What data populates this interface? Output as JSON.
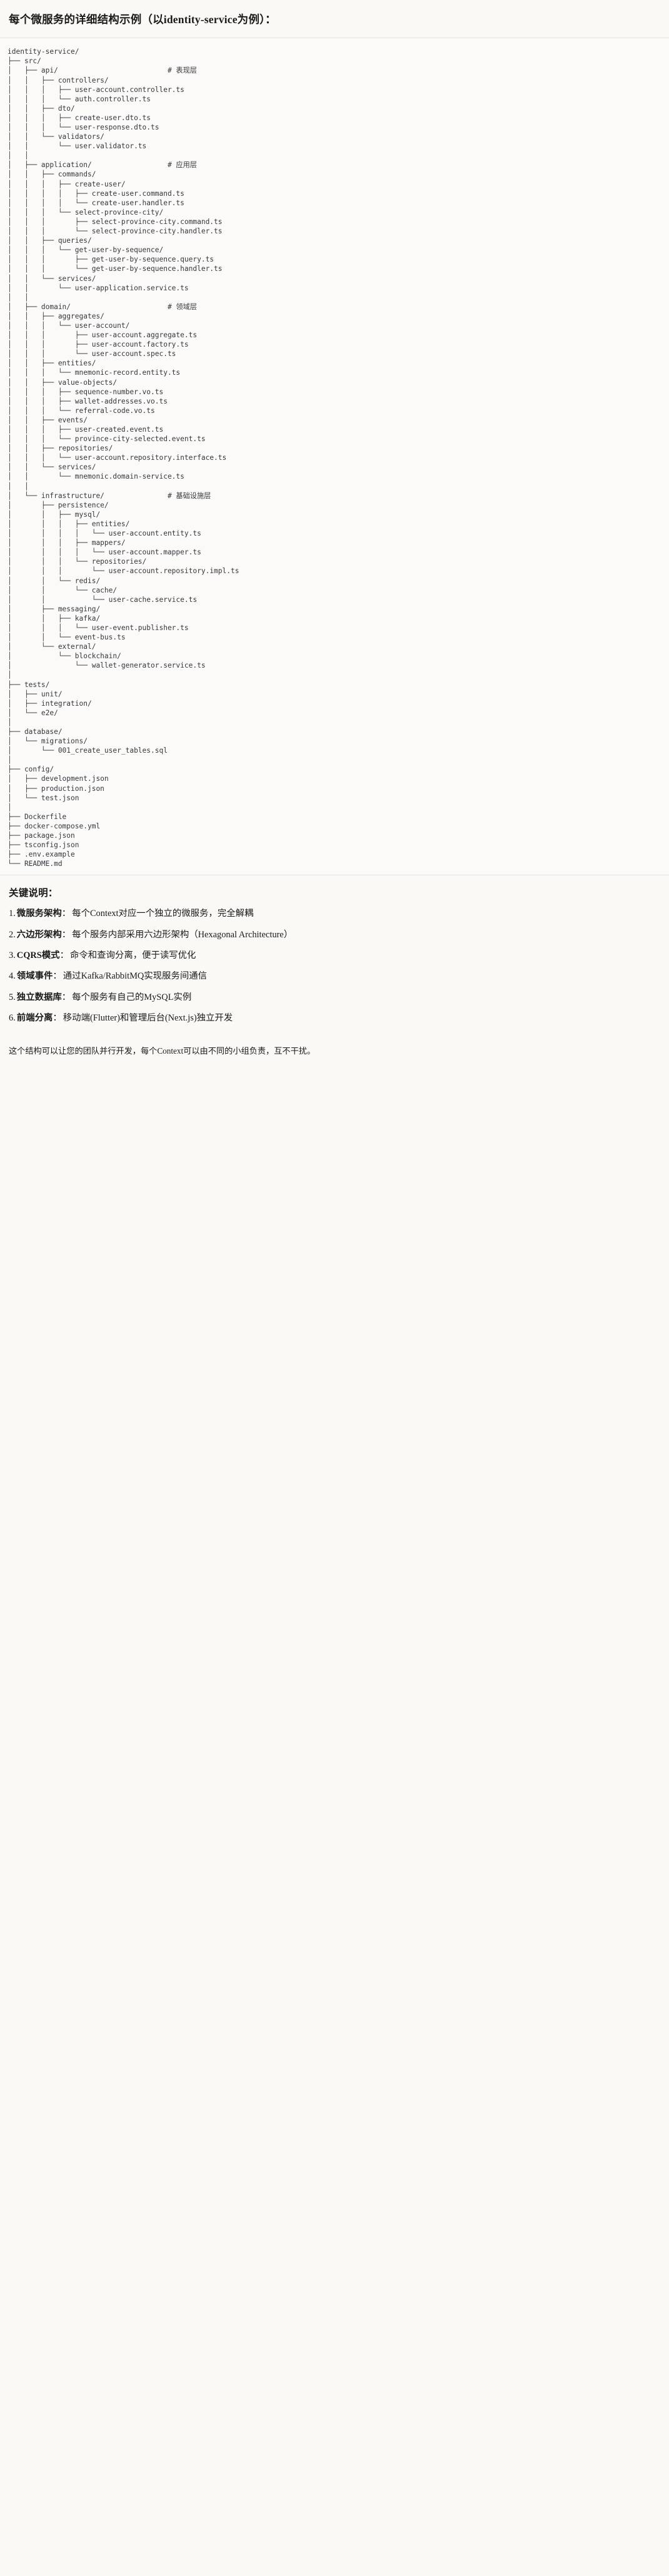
{
  "header": {
    "title": "每个微服务的详细结构示例（以identity-service为例）："
  },
  "tree": {
    "root": "identity-service/",
    "lines": [
      "identity-service/",
      "├── src/",
      "│   ├── api/                          # 表现层",
      "│   │   ├── controllers/",
      "│   │   │   ├── user-account.controller.ts",
      "│   │   │   └── auth.controller.ts",
      "│   │   ├── dto/",
      "│   │   │   ├── create-user.dto.ts",
      "│   │   │   └── user-response.dto.ts",
      "│   │   └── validators/",
      "│   │       └── user.validator.ts",
      "│   │",
      "│   ├── application/                  # 应用层",
      "│   │   ├── commands/",
      "│   │   │   ├── create-user/",
      "│   │   │   │   ├── create-user.command.ts",
      "│   │   │   │   └── create-user.handler.ts",
      "│   │   │   └── select-province-city/",
      "│   │   │       ├── select-province-city.command.ts",
      "│   │   │       └── select-province-city.handler.ts",
      "│   │   ├── queries/",
      "│   │   │   └── get-user-by-sequence/",
      "│   │   │       ├── get-user-by-sequence.query.ts",
      "│   │   │       └── get-user-by-sequence.handler.ts",
      "│   │   └── services/",
      "│   │       └── user-application.service.ts",
      "│   │",
      "│   ├── domain/                       # 领域层",
      "│   │   ├── aggregates/",
      "│   │   │   └── user-account/",
      "│   │   │       ├── user-account.aggregate.ts",
      "│   │   │       ├── user-account.factory.ts",
      "│   │   │       └── user-account.spec.ts",
      "│   │   ├── entities/",
      "│   │   │   └── mnemonic-record.entity.ts",
      "│   │   ├── value-objects/",
      "│   │   │   ├── sequence-number.vo.ts",
      "│   │   │   ├── wallet-addresses.vo.ts",
      "│   │   │   └── referral-code.vo.ts",
      "│   │   ├── events/",
      "│   │   │   ├── user-created.event.ts",
      "│   │   │   └── province-city-selected.event.ts",
      "│   │   ├── repositories/",
      "│   │   │   └── user-account.repository.interface.ts",
      "│   │   └── services/",
      "│   │       └── mnemonic.domain-service.ts",
      "│   │",
      "│   └── infrastructure/               # 基础设施层",
      "│       ├── persistence/",
      "│       │   ├── mysql/",
      "│       │   │   ├── entities/",
      "│       │   │   │   └── user-account.entity.ts",
      "│       │   │   ├── mappers/",
      "│       │   │   │   └── user-account.mapper.ts",
      "│       │   │   └── repositories/",
      "│       │   │       └── user-account.repository.impl.ts",
      "│       │   └── redis/",
      "│       │       └── cache/",
      "│       │           └── user-cache.service.ts",
      "│       ├── messaging/",
      "│       │   ├── kafka/",
      "│       │   │   └── user-event.publisher.ts",
      "│       │   └── event-bus.ts",
      "│       └── external/",
      "│           └── blockchain/",
      "│               └── wallet-generator.service.ts",
      "│",
      "├── tests/",
      "│   ├── unit/",
      "│   ├── integration/",
      "│   └── e2e/",
      "│",
      "├── database/",
      "│   └── migrations/",
      "│       └── 001_create_user_tables.sql",
      "│",
      "├── config/",
      "│   ├── development.json",
      "│   ├── production.json",
      "│   └── test.json",
      "│",
      "├── Dockerfile",
      "├── docker-compose.yml",
      "├── package.json",
      "├── tsconfig.json",
      "├── .env.example",
      "└── README.md"
    ],
    "comments": [
      "# 表现层",
      "# 应用层",
      "# 领域层",
      "# 基础设施层"
    ]
  },
  "notes": {
    "title": "关键说明：",
    "items": [
      {
        "num": "1.",
        "term": "微服务架构",
        "colon": "：",
        "desc": "每个Context对应一个独立的微服务，完全解耦"
      },
      {
        "num": "2.",
        "term": "六边形架构",
        "colon": "：",
        "desc": "每个服务内部采用六边形架构（Hexagonal Architecture）"
      },
      {
        "num": "3.",
        "term": "CQRS模式",
        "colon": "：",
        "desc": "命令和查询分离，便于读写优化"
      },
      {
        "num": "4.",
        "term": "领域事件",
        "colon": "：",
        "desc": "通过Kafka/RabbitMQ实现服务间通信"
      },
      {
        "num": "5.",
        "term": "独立数据库",
        "colon": "：",
        "desc": "每个服务有自己的MySQL实例"
      },
      {
        "num": "6.",
        "term": "前端分离",
        "colon": "：",
        "desc": "移动端(Flutter)和管理后台(Next.js)独立开发"
      }
    ],
    "closing": "这个结构可以让您的团队并行开发，每个Context可以由不同的小组负责，互不干扰。"
  }
}
